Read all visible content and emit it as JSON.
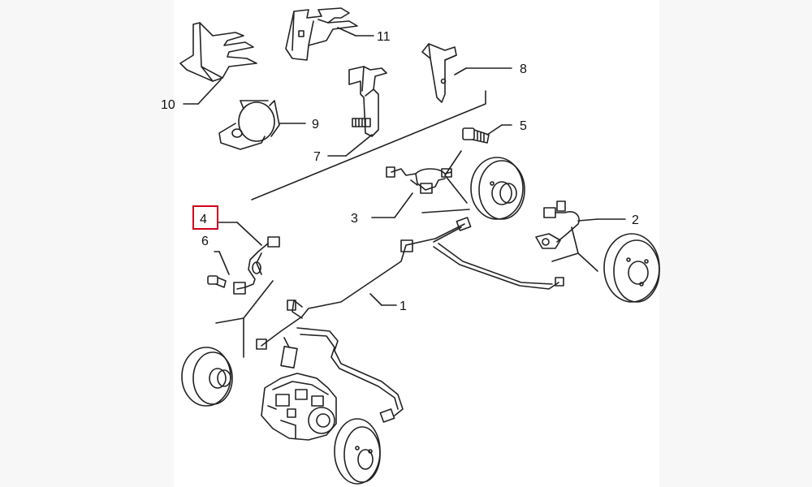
{
  "callouts": [
    {
      "id": "1",
      "label": "1"
    },
    {
      "id": "2",
      "label": "2"
    },
    {
      "id": "3",
      "label": "3"
    },
    {
      "id": "4",
      "label": "4",
      "highlighted": true
    },
    {
      "id": "5",
      "label": "5"
    },
    {
      "id": "6",
      "label": "6"
    },
    {
      "id": "7",
      "label": "7"
    },
    {
      "id": "8",
      "label": "8"
    },
    {
      "id": "9",
      "label": "9"
    },
    {
      "id": "10",
      "label": "10"
    },
    {
      "id": "11",
      "label": "11"
    }
  ],
  "colors": {
    "line": "#222222",
    "highlight": "#d0021b",
    "background": "#ffffff",
    "side": "#f7f7f7"
  }
}
